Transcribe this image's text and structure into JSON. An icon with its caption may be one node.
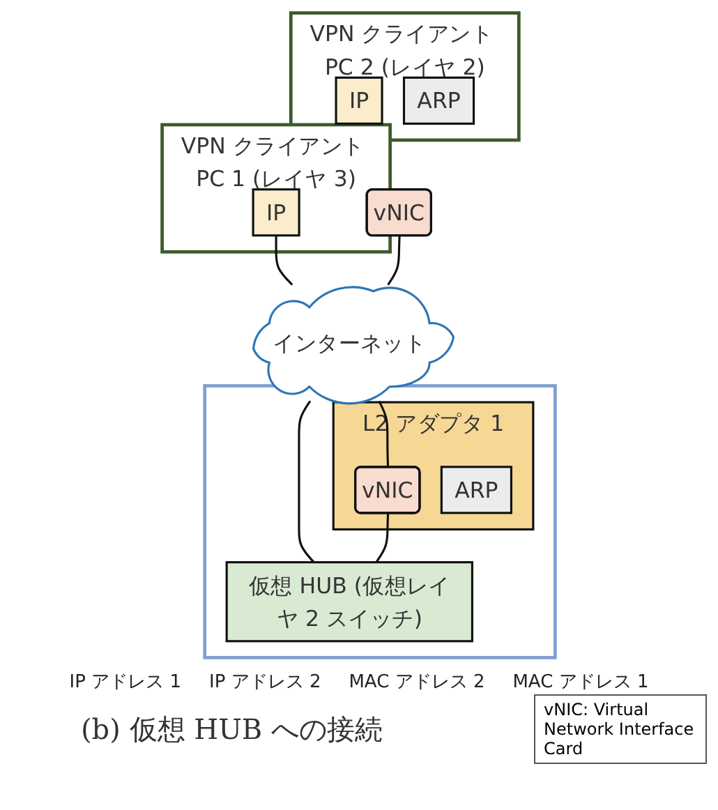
{
  "diagram": {
    "caption": "(b) 仮想 HUB への接続",
    "nodes": [
      {
        "text": [
          "VPN クライアント PC 1 (レイヤ 3)"
        ]
      },
      {
        "text": [
          "IP"
        ],
        "in": 0
      },
      {
        "text": [
          "VPN クライアント PC 2 (レイヤ 2)"
        ]
      },
      {
        "text": [
          "IP"
        ],
        "in": 2
      },
      {
        "text": [
          "ARP"
        ],
        "in": 2
      },
      {
        "text": [
          "vNIC"
        ]
      },
      {
        "text": [
          "インターネット"
        ]
      },
      {
        "text": [],
        "shape": "box"
      },
      {
        "text": [
          "L2 アダプタ 1"
        ],
        "in": 7
      },
      {
        "text": [
          "vNIC"
        ],
        "in": 8
      },
      {
        "text": [
          "ARP"
        ],
        "in": 8
      },
      {
        "text": [
          "仮想 HUB (仮想レイヤ 2 スイッチ)"
        ],
        "in": 7
      }
    ],
    "edges": [
      {
        "from": 1,
        "to": 6,
        "arrow": "none"
      },
      {
        "from": 6,
        "to": 9,
        "arrow": "none"
      },
      {
        "from": 5,
        "to": 6,
        "arrow": "none"
      },
      {
        "from": 6,
        "to": 11,
        "arrow": "none"
      },
      {
        "from": 9,
        "to": 11,
        "arrow": "none"
      }
    ],
    "labels": [
      "IP アドレス 1",
      "IP アドレス 2",
      "MAC アドレス 2",
      "MAC アドレス 1",
      "vNIC: Virtual Network Interface Card"
    ]
  }
}
